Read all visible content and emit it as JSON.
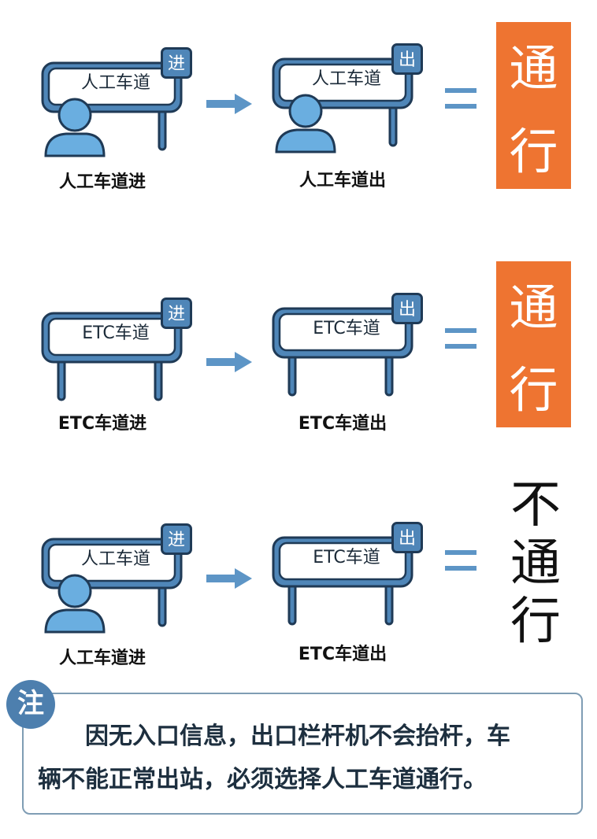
{
  "colors": {
    "frame": "#1f3a56",
    "frame_fill": "#4f86b8",
    "person": "#6aaee0",
    "arrow": "#5d95c6",
    "result": "#ee7431"
  },
  "rows": [
    {
      "entry": {
        "sign": "人工车道",
        "badge": "进",
        "caption": "人工车道进",
        "person": true
      },
      "exit": {
        "sign": "人工车道",
        "badge": "出",
        "caption": "人工车道出",
        "person": true
      },
      "result": [
        "通",
        "行"
      ],
      "result_type": "pass"
    },
    {
      "entry": {
        "sign": "ETC车道",
        "badge": "进",
        "caption": "ETC车道进",
        "person": false
      },
      "exit": {
        "sign": "ETC车道",
        "badge": "出",
        "caption": "ETC车道出",
        "person": false
      },
      "result": [
        "通",
        "行"
      ],
      "result_type": "pass"
    },
    {
      "entry": {
        "sign": "人工车道",
        "badge": "进",
        "caption": "人工车道进",
        "person": true
      },
      "exit": {
        "sign": "ETC车道",
        "badge": "出",
        "caption": "ETC车道出",
        "person": false
      },
      "result": [
        "不",
        "通",
        "行"
      ],
      "result_type": "no-pass"
    }
  ],
  "note": {
    "badge": "注",
    "line1": "因无入口信息，出口栏杆机不会抬杆，车",
    "line2": "辆不能正常出站，必须选择人工车道通行。"
  }
}
